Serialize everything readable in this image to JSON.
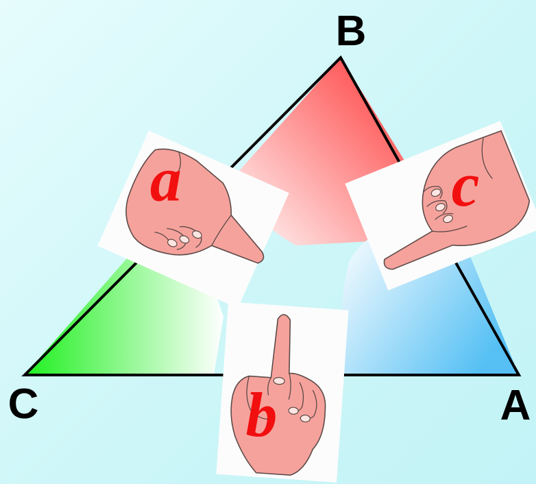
{
  "vertices": {
    "a": "A",
    "b": "B",
    "c": "C"
  },
  "cards": {
    "a": "a",
    "b": "b",
    "c": "c"
  },
  "colors": {
    "letter": "#f20f0f",
    "triangle_edge": "#000000",
    "sector_B": "#ff4a4a",
    "sector_C": "#22f022",
    "sector_A": "#5cc4f4",
    "card": "#fcfcfc",
    "skin": "#f6a29c"
  },
  "icons": {
    "card_a": "hand-pointing-right-icon",
    "card_b": "hand-pointing-up-icon",
    "card_c": "hand-pointing-left-icon"
  }
}
